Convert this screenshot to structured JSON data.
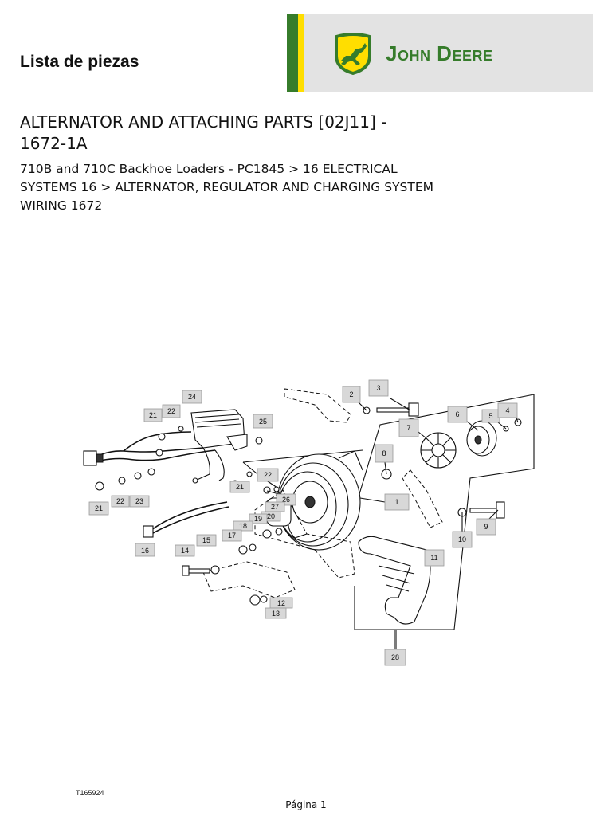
{
  "header": {
    "page_label": "Lista de piezas",
    "brand_name": "John Deere",
    "brand_logo_icon": "leaping-deer-logo-icon",
    "colors": {
      "brand_green": "#367c2b",
      "brand_yellow": "#ffde00",
      "panel_gray": "#e3e3e3"
    }
  },
  "document": {
    "title_line1": "ALTERNATOR AND ATTACHING PARTS [02J11] -",
    "title_line2": "1672-1A",
    "path_line1": "710B and 710C Backhoe Loaders - PC1845 > 16 ELECTRICAL",
    "path_line2": "SYSTEMS 16 > ALTERNATOR, REGULATOR AND CHARGING SYSTEM",
    "path_line3": "WIRING 1672"
  },
  "diagram": {
    "callouts": [
      "24",
      "21",
      "22",
      "25",
      "21",
      "22",
      "23",
      "22",
      "21",
      "26",
      "27",
      "20",
      "19",
      "18",
      "17",
      "16",
      "15",
      "14",
      "12",
      "13",
      "2",
      "3",
      "8",
      "7",
      "6",
      "5",
      "4",
      "1",
      "10",
      "9",
      "11",
      "28"
    ]
  },
  "footer": {
    "figure_id": "T165924",
    "page_number": "Página 1"
  }
}
